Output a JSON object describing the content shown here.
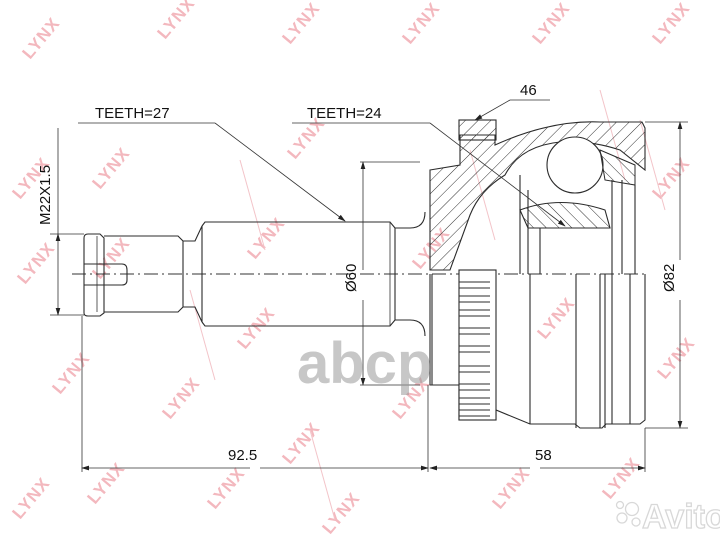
{
  "drawing": {
    "subject": "CV joint (outer) technical drawing",
    "watermark_text": "LYNX",
    "labels": {
      "teeth_shaft": "TEETH=27",
      "teeth_abs": "TEETH=24",
      "thread": "M22X1.5",
      "diameter_shaft": "Ø60",
      "diameter_housing": "Ø82",
      "abs_ring_width": "46",
      "length_shaft": "92.5",
      "length_housing": "58"
    }
  },
  "overlays": {
    "center_watermark": "аbсp",
    "marketplace_logo": "Avito"
  },
  "colors": {
    "line": "#2b2b2b",
    "watermark": "#f3b8be",
    "overlay_text": "#9a9a9a",
    "background": "#ffffff"
  }
}
